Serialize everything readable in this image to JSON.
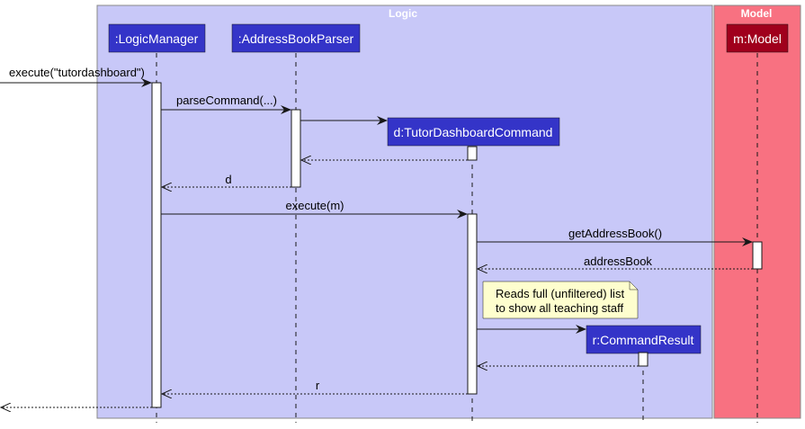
{
  "colors": {
    "logic_group": "#c8c8f8",
    "model_group": "#f87181",
    "participant": "#3434c8",
    "model_participant": "#a0001c",
    "note_fill": "#fefece",
    "activation": "#ffffff"
  },
  "groups": {
    "logic": {
      "title": "Logic"
    },
    "model": {
      "title": "Model"
    }
  },
  "participants": {
    "logic_manager": ":LogicManager",
    "parser": ":AddressBookParser",
    "command": "d:TutorDashboardCommand",
    "model": "m:Model",
    "result": "r:CommandResult"
  },
  "messages": {
    "execute_in": "execute(\"tutordashboard\")",
    "parse": "parseCommand(...)",
    "return_d": "d",
    "execute_m": "execute(m)",
    "get_ab": "getAddressBook()",
    "return_ab": "addressBook",
    "return_r": "r"
  },
  "note": {
    "line1": "Reads full (unfiltered) list",
    "line2": "to show all teaching staff"
  }
}
